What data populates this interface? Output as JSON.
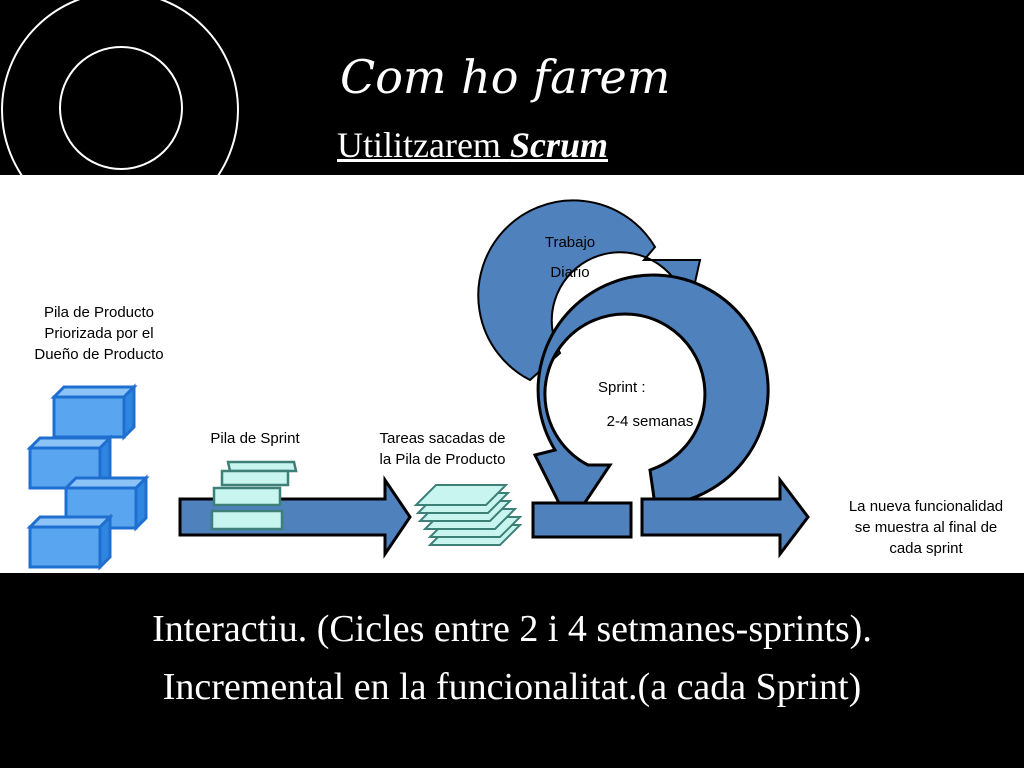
{
  "slide": {
    "title": "Com ho farem",
    "subtitle_prefix": "Utilitzarem ",
    "subtitle_emph": "Scrum"
  },
  "diagram": {
    "product_backlog_label": "Pila de Producto\nPriorizada por el\nDueño de Producto",
    "sprint_backlog_label": "Pila de Sprint",
    "tasks_label": "Tareas sacadas de\nla Pila de Producto",
    "daily_work_label": "Trabajo\n\nDiario",
    "sprint_label": "Sprint :",
    "sprint_duration": "2-4 semanas",
    "result_label": "La nueva funcionalidad\nse muestra al final de\ncada sprint"
  },
  "bullets": {
    "line1": "Interactiu. (Cicles entre 2 i 4 setmanes-sprints).",
    "line2": "Incremental en la funcionalitat.(a cada Sprint)"
  },
  "colors": {
    "arrow_blue": "#4f81bd",
    "block_blue": "#5aa5f0",
    "block_edge": "#1f6fd1",
    "sheet_green": "#c8f5f0",
    "sheet_edge": "#3e7f78"
  }
}
